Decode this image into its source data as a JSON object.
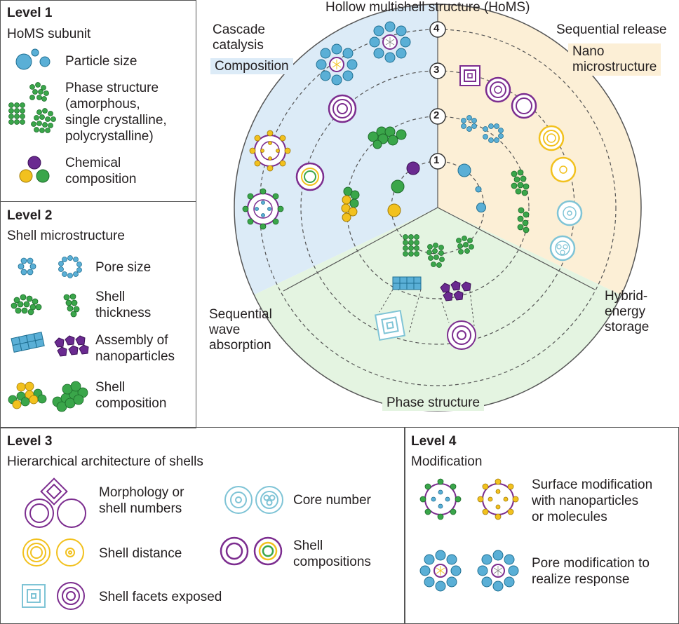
{
  "diagram": {
    "title": "Hollow multishell structure (HoMS)",
    "ring_numbers": [
      "1",
      "2",
      "3",
      "4"
    ],
    "sectors": {
      "top_left_label": "Cascade\ncatalysis",
      "top_left_tag": "Composition",
      "top_right_label": "Sequential release",
      "top_right_tag": "Nano\nmicrostructure",
      "bottom_left_label": "Sequential\nwave\nabsorption",
      "bottom_right_label": "Hybrid-\nenergy\nstorage",
      "bottom_tag": "Phase structure"
    },
    "colors": {
      "blue_sector": "#dcebf7",
      "orange_sector": "#fcefd6",
      "green_sector": "#e4f4e1",
      "particle_blue": "#5aafd6",
      "particle_green": "#3aa64a",
      "particle_yellow": "#f2c11e",
      "particle_purple": "#6a2a90",
      "shell_purple": "#7c2d8f",
      "shell_teal": "#7fc4d6"
    }
  },
  "level1": {
    "title": "Level 1",
    "subtitle": "HoMS subunit",
    "items": [
      {
        "label": "Particle size",
        "icon": "particle-size-icon"
      },
      {
        "label": "Phase structure\n(amorphous,\nsingle crystalline,\npolycrystalline)",
        "icon": "phase-structure-icon"
      },
      {
        "label": "Chemical\ncomposition",
        "icon": "chemical-composition-icon"
      }
    ]
  },
  "level2": {
    "title": "Level 2",
    "subtitle": "Shell microstructure",
    "items": [
      {
        "label": "Pore size",
        "icon": "pore-size-icon"
      },
      {
        "label": "Shell\nthickness",
        "icon": "shell-thickness-icon"
      },
      {
        "label": "Assembly of\nnanoparticles",
        "icon": "assembly-icon"
      },
      {
        "label": "Shell\ncomposition",
        "icon": "shell-composition-icon"
      }
    ]
  },
  "level3": {
    "title": "Level 3",
    "subtitle": "Hierarchical architecture of shells",
    "items": [
      {
        "label": "Morphology or\nshell numbers",
        "icon": "morphology-icon"
      },
      {
        "label": "Core number",
        "icon": "core-number-icon"
      },
      {
        "label": "Shell distance",
        "icon": "shell-distance-icon"
      },
      {
        "label": "Shell\ncompositions",
        "icon": "shell-compositions-icon"
      },
      {
        "label": "Shell facets exposed",
        "icon": "shell-facets-icon"
      }
    ]
  },
  "level4": {
    "title": "Level 4",
    "subtitle": "Modification",
    "items": [
      {
        "label": "Surface modification\nwith nanoparticles\nor molecules",
        "icon": "surface-modification-icon"
      },
      {
        "label": "Pore modification to\nrealize response",
        "icon": "pore-modification-icon"
      }
    ]
  }
}
